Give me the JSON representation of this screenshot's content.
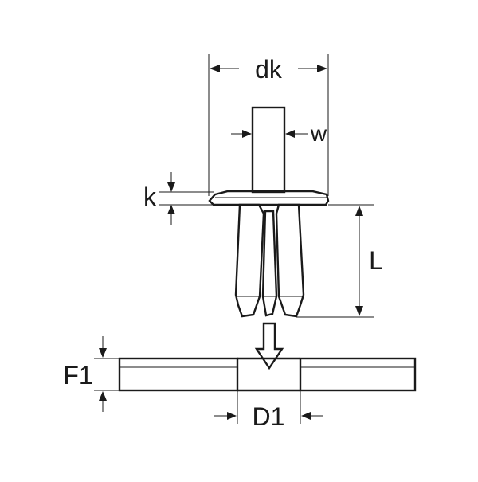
{
  "labels": {
    "dk": "dk",
    "w": "w",
    "k": "k",
    "L": "L",
    "F1": "F1",
    "D1": "D1"
  },
  "colors": {
    "line": "#1a1a1a",
    "background": "#ffffff"
  }
}
